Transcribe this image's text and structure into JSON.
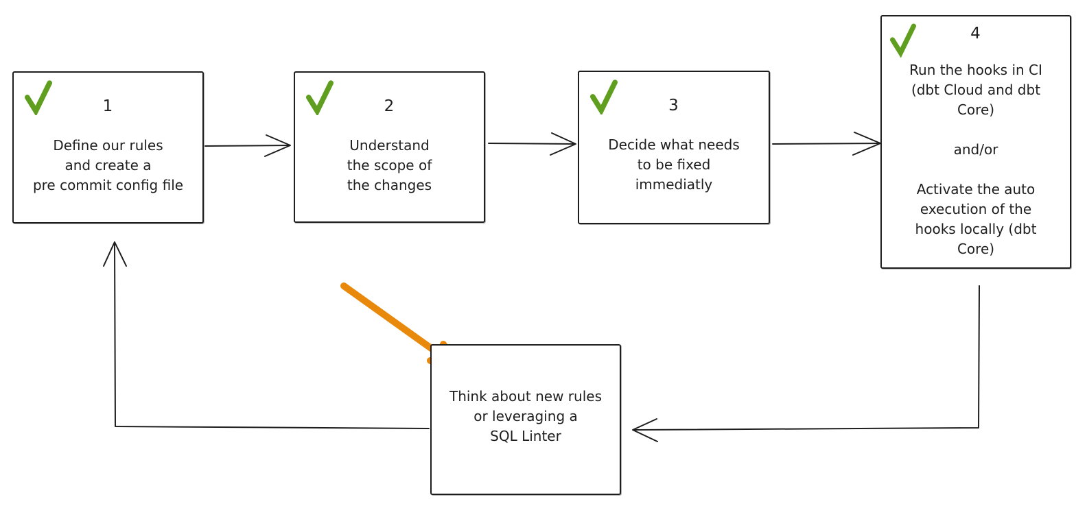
{
  "diagram": {
    "type": "flowchart",
    "background": "#ffffff",
    "colors": {
      "stroke": "#1e1e1e",
      "checkmark_green": "#5f9e1e",
      "annotation_orange": "#e8890c"
    },
    "icons": {
      "checkmark": "✓",
      "annotation_arrow": "↘"
    },
    "steps": [
      {
        "id": "step-1",
        "number": "1",
        "checked": true,
        "text": "Define our rules\nand create a\npre commit config file"
      },
      {
        "id": "step-2",
        "number": "2",
        "checked": true,
        "text": "Understand\nthe scope of\nthe changes"
      },
      {
        "id": "step-3",
        "number": "3",
        "checked": true,
        "text": "Decide what needs\nto be fixed\nimmediatly"
      },
      {
        "id": "step-4",
        "number": "4",
        "checked": true,
        "text": "Run the hooks in CI\n(dbt Cloud and dbt\nCore)\n\nand/or\n\nActivate the auto\nexecution of the\nhooks locally (dbt\nCore)"
      }
    ],
    "loop_box": {
      "id": "loop-box",
      "text": "Think about new rules\nor leveraging a\nSQL Linter"
    },
    "arrows": [
      {
        "from": "step-1",
        "to": "step-2",
        "color": "#1e1e1e"
      },
      {
        "from": "step-2",
        "to": "step-3",
        "color": "#1e1e1e"
      },
      {
        "from": "step-3",
        "to": "step-4",
        "color": "#1e1e1e"
      },
      {
        "from": "step-4",
        "to": "loop-box",
        "color": "#1e1e1e",
        "shape": "elbow-down-left"
      },
      {
        "from": "loop-box",
        "to": "step-1",
        "color": "#1e1e1e",
        "shape": "elbow-left-up"
      },
      {
        "from": "annotation",
        "to": "loop-box",
        "color": "#e8890c",
        "shape": "diagonal"
      }
    ]
  }
}
